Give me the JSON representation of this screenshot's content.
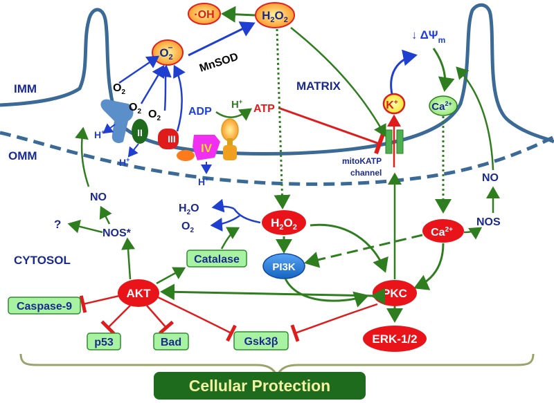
{
  "labels": {
    "imm": "IMM",
    "omm": "OMM",
    "matrix": "MATRIX",
    "cytosol": "CYTOSOL",
    "oh": "·OH",
    "h2o2_base": "H",
    "h2o2_sub2": "2",
    "h2o2_o": "O",
    "superoxide_base": "O",
    "superoxide_sub": "2",
    "superoxide_sup": "–",
    "mnsod": "MnSOD",
    "o2": "O",
    "o2_sub": "2",
    "h_plus_base": "H",
    "h_plus_sup": "+",
    "adp": "ADP",
    "atp": "ATP",
    "complex_ii": "II",
    "complex_iii": "III",
    "complex_iv": "IV",
    "k_base": "K",
    "k_sup": "+",
    "delta_psi": "↓ ΔΨ",
    "delta_psi_sub": "m",
    "ca_base": "Ca",
    "ca_sup": "2+",
    "mitokatp": "mitoKATP",
    "channel": "channel",
    "no": "NO",
    "nos": "NOS",
    "nos_star": "NOS*",
    "question": "?",
    "h2o": "H",
    "h2o_o": "O",
    "pi3k": "PI3K",
    "pkc": "PKC",
    "akt": "AKT",
    "erk": "ERK-1/2",
    "catalase": "Catalase",
    "caspase9": "Caspase-9",
    "p53": "p53",
    "bad": "Bad",
    "gsk3b": "Gsk3β",
    "cellular_protection": "Cellular Protection"
  },
  "colors": {
    "membrane": "#3b6a96",
    "green_arrow": "#2e7d1e",
    "red_line": "#e01b1b",
    "blue_arrow": "#1f3fd1",
    "navy_text": "#1a2a8c",
    "node_red": "#e8141a",
    "box_fill": "#a8f3a2",
    "box_stroke": "#2e8b2e",
    "protection": "#1e6b1e",
    "brace": "#9aa36c"
  }
}
